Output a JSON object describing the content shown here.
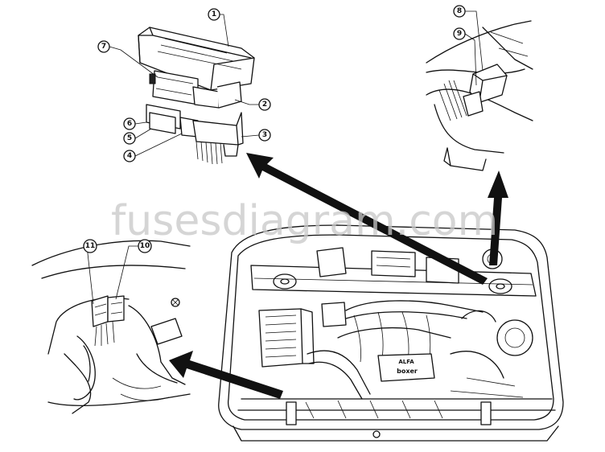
{
  "watermark": "fusesdiagram.com",
  "callouts": [
    {
      "id": "1",
      "label": "1"
    },
    {
      "id": "2",
      "label": "2"
    },
    {
      "id": "3",
      "label": "3"
    },
    {
      "id": "4",
      "label": "4"
    },
    {
      "id": "5",
      "label": "5"
    },
    {
      "id": "6",
      "label": "6"
    },
    {
      "id": "7",
      "label": "7"
    },
    {
      "id": "8",
      "label": "8"
    },
    {
      "id": "9",
      "label": "9"
    },
    {
      "id": "10",
      "label": "10"
    },
    {
      "id": "11",
      "label": "11"
    }
  ],
  "engine_badge_line1": "ALFA",
  "engine_badge_line2": "boxer"
}
